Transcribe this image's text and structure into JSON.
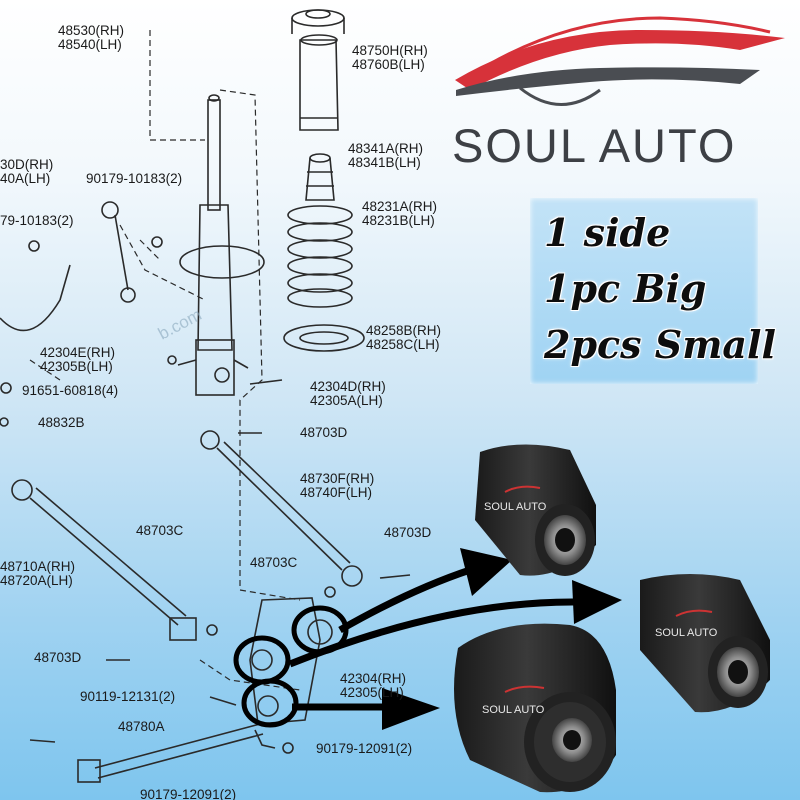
{
  "brand": {
    "name": "SOUL AUTO",
    "logo_colors": [
      "#d7323a",
      "#4a4d52"
    ]
  },
  "spec": {
    "lines": [
      "1 side",
      "1pc Big",
      "2pcs Small"
    ]
  },
  "part_labels": {
    "p48530": "48530(RH)\n48540(LH)",
    "p48750": "48750H(RH)\n48760B(LH)",
    "p48341": "48341A(RH)\n48341B(LH)",
    "p48231": "48231A(RH)\n48231B(LH)",
    "p48258": "48258B(RH)\n48258C(LH)",
    "p30d": "30D(RH)\n40A(LH)",
    "p90179a": "90179-10183(2)",
    "p79": "79-10183(2)",
    "p42304e": "42304E(RH)\n42305B(LH)",
    "p91651": "91651-60818(4)",
    "p48832b": "48832B",
    "p42304d": "42304D(RH)\n42305A(LH)",
    "p48703d_a": "48703D",
    "p48730f": "48730F(RH)\n48740F(LH)",
    "p48703c_a": "48703C",
    "p48703d_b": "48703D",
    "p48710a": "48710A(RH)\n48720A(LH)",
    "p48703c_b": "48703C",
    "p48703d_c": "48703D",
    "p42304": "42304(RH)\n42305(LH)",
    "p90119": "90119-12131(2)",
    "p48780a": "48780A",
    "p90179b": "90179-12091(2)",
    "p90179c": "90179-12091(2)"
  },
  "watermark": "b.com",
  "bushing_label": "SOUL AUTO",
  "colors": {
    "bg_top": "#ffffff",
    "bg_bottom": "#7ec5ee",
    "line_art": "#2a2a2a",
    "arrow": "#000000",
    "accent": "#d7323a"
  }
}
